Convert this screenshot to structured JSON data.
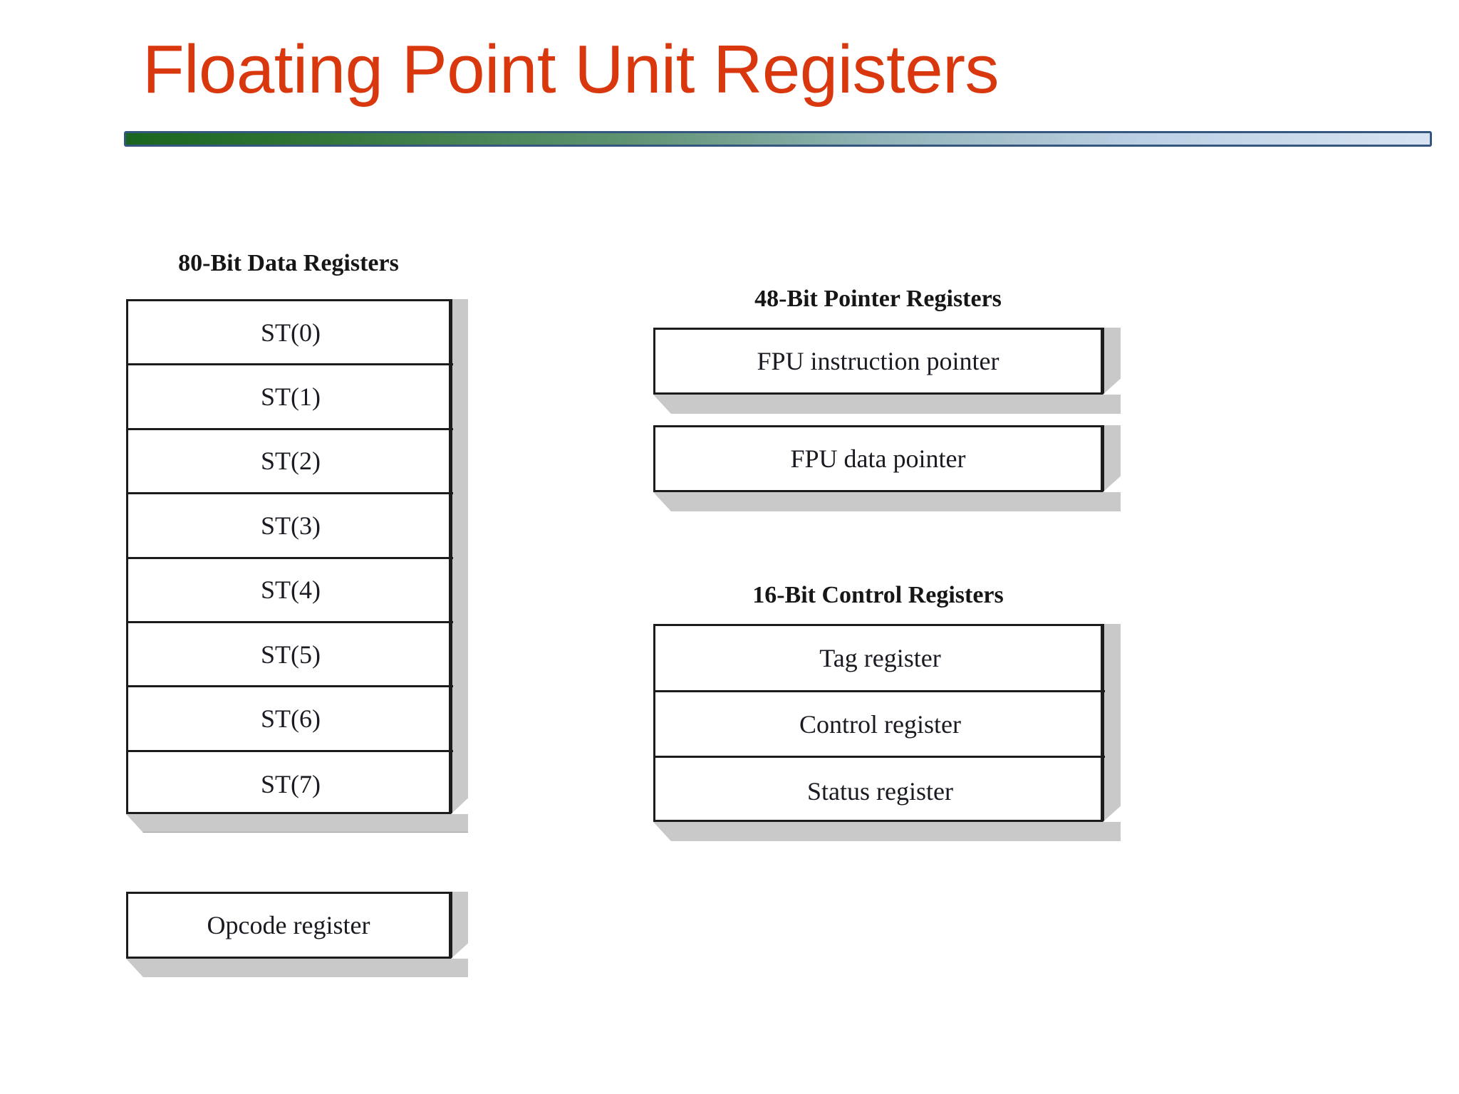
{
  "slide": {
    "title": "Floating Point Unit Registers",
    "title_color": "#D9380F",
    "divider_gradient_start": "#19661F",
    "divider_gradient_end": "#D7E3F2",
    "divider_border_color": "#34567F",
    "background_color": "#FFFFFF"
  },
  "diagram": {
    "box_fill_color": "#FFFFFF",
    "box_border_color": "#1C1C1C",
    "shadow_face_color": "#C9C9C9",
    "text_color": "#1A1A22",
    "groups": [
      {
        "id": "data-registers",
        "heading": "80-Bit Data Registers",
        "registers": [
          "ST(0)",
          "ST(1)",
          "ST(2)",
          "ST(3)",
          "ST(4)",
          "ST(5)",
          "ST(6)",
          "ST(7)"
        ]
      },
      {
        "id": "opcode-register",
        "heading": "",
        "registers": [
          "Opcode register"
        ]
      },
      {
        "id": "pointer-registers",
        "heading": "48-Bit Pointer Registers",
        "registers": [
          "FPU instruction pointer",
          "FPU data pointer"
        ]
      },
      {
        "id": "control-registers",
        "heading": "16-Bit Control Registers",
        "registers": [
          "Tag register",
          "Control register",
          "Status register"
        ]
      }
    ]
  }
}
